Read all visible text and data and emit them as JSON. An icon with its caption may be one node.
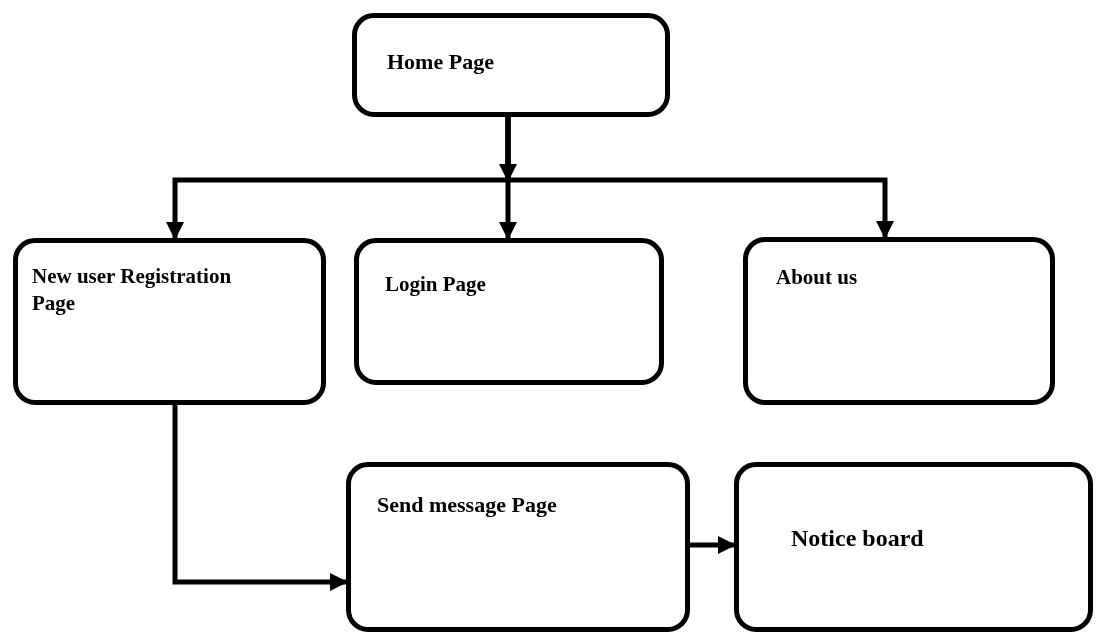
{
  "diagram": {
    "nodes": [
      {
        "text": [
          "Home Page"
        ]
      },
      {
        "text": [
          "New user Registration Page"
        ]
      },
      {
        "text": [
          "Login Page"
        ]
      },
      {
        "text": [
          "About us"
        ]
      },
      {
        "text": [
          "Send message Page"
        ]
      },
      {
        "text": [
          "Notice board"
        ]
      }
    ],
    "edges": [
      {
        "from": 0,
        "to": 1,
        "arrow": "to"
      },
      {
        "from": 0,
        "to": 2,
        "arrow": "to"
      },
      {
        "from": 0,
        "to": 3,
        "arrow": "to"
      },
      {
        "from": 1,
        "to": 4,
        "arrow": "to"
      },
      {
        "from": 4,
        "to": 5,
        "arrow": "to"
      }
    ]
  }
}
